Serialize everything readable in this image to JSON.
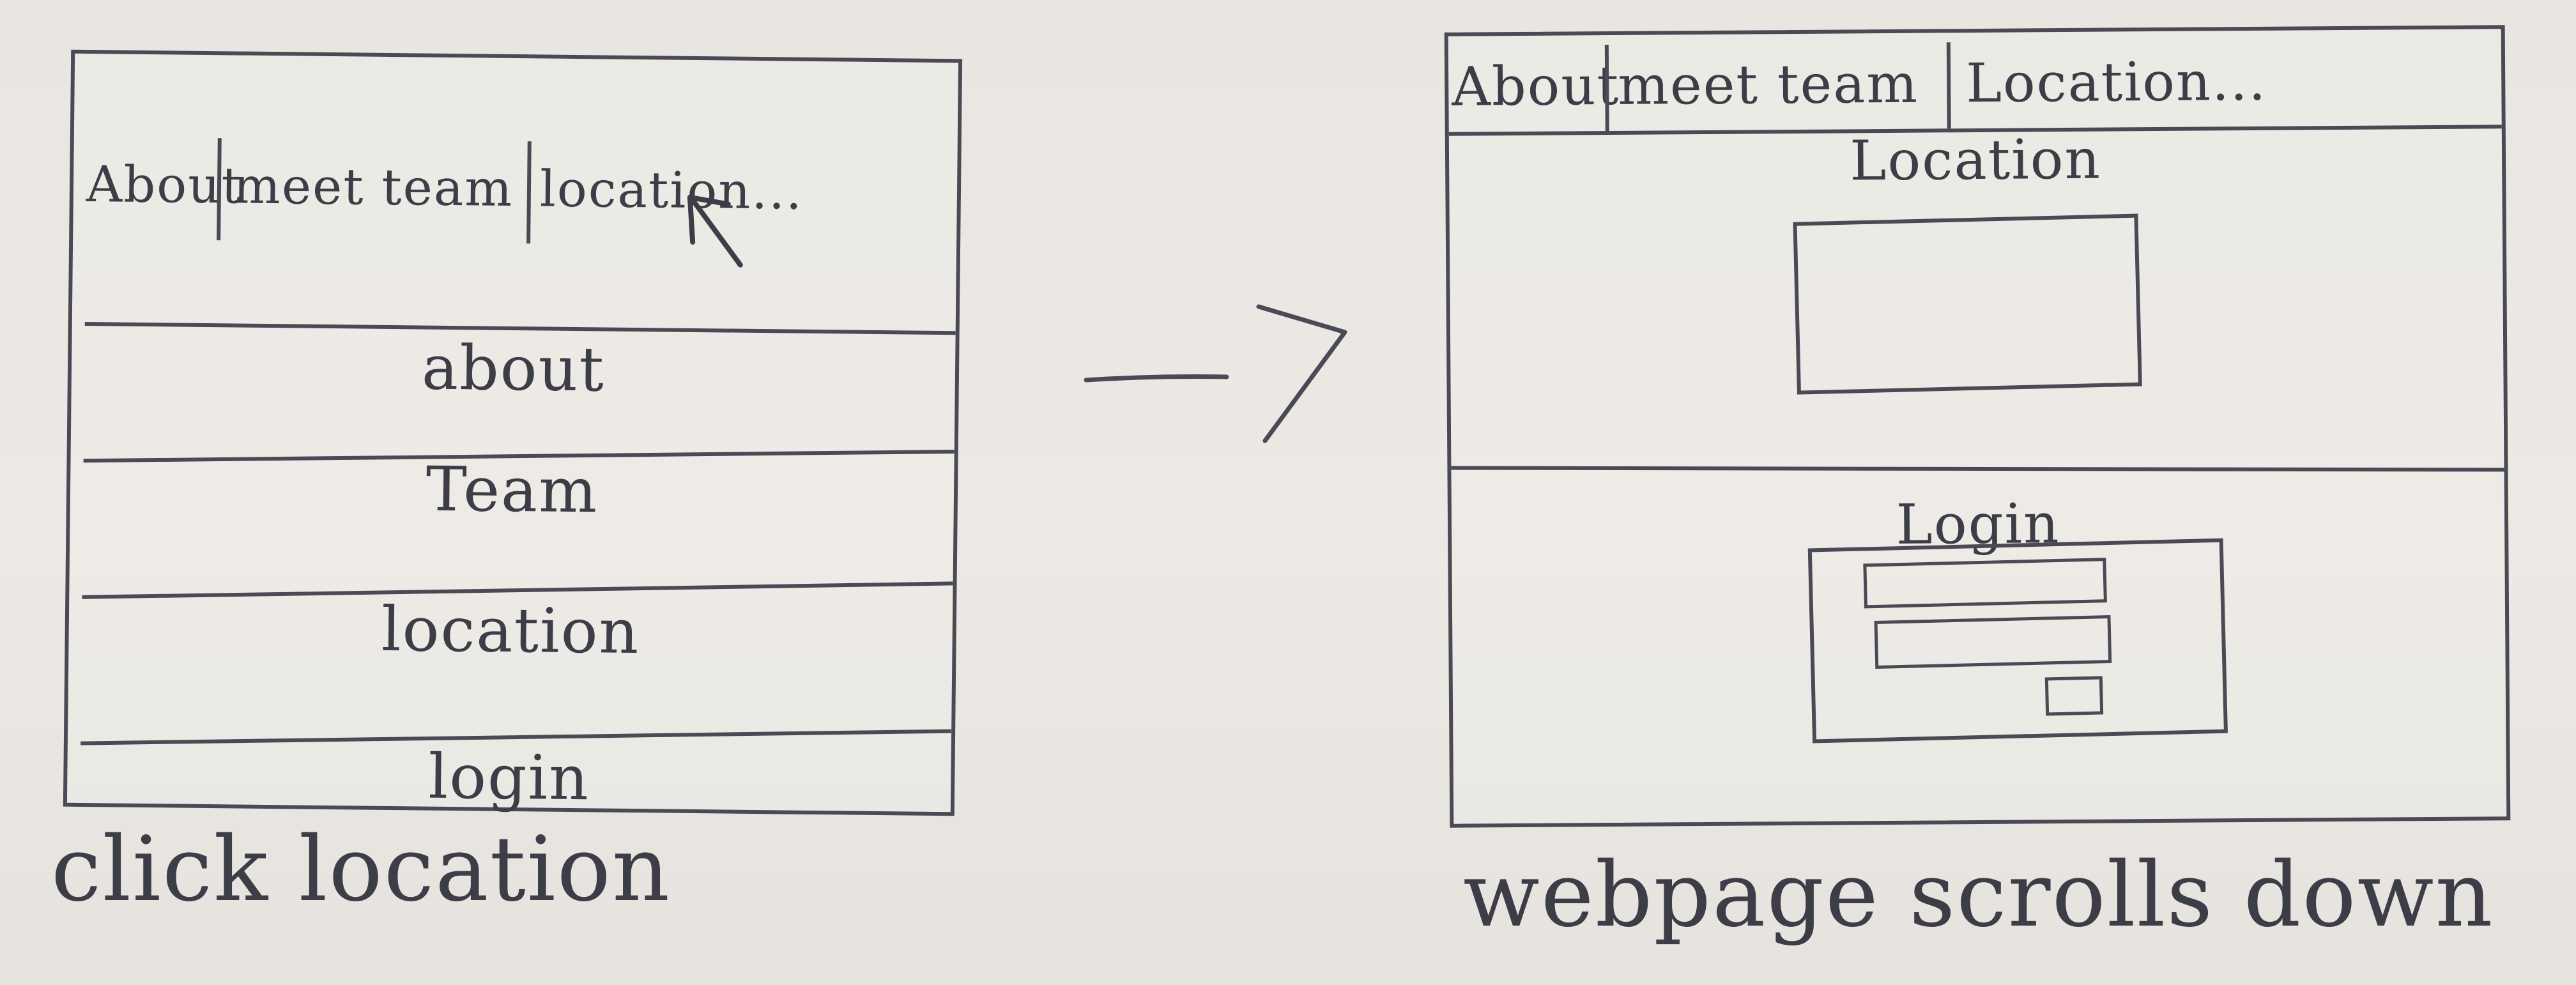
{
  "left_panel": {
    "nav": {
      "about": "About",
      "meet_team": "meet team",
      "location": "location..."
    },
    "sections": {
      "about": "about",
      "team": "Team",
      "location": "location",
      "login": "login"
    },
    "caption": "click location"
  },
  "right_panel": {
    "nav": {
      "about": "About",
      "meet_team": "meet team",
      "location": "Location..."
    },
    "location_title": "Location",
    "login_title": "Login",
    "caption": "webpage scrolls down"
  },
  "colors": {
    "paper": "#ebe8e3",
    "pencil": "#4a4a55"
  }
}
